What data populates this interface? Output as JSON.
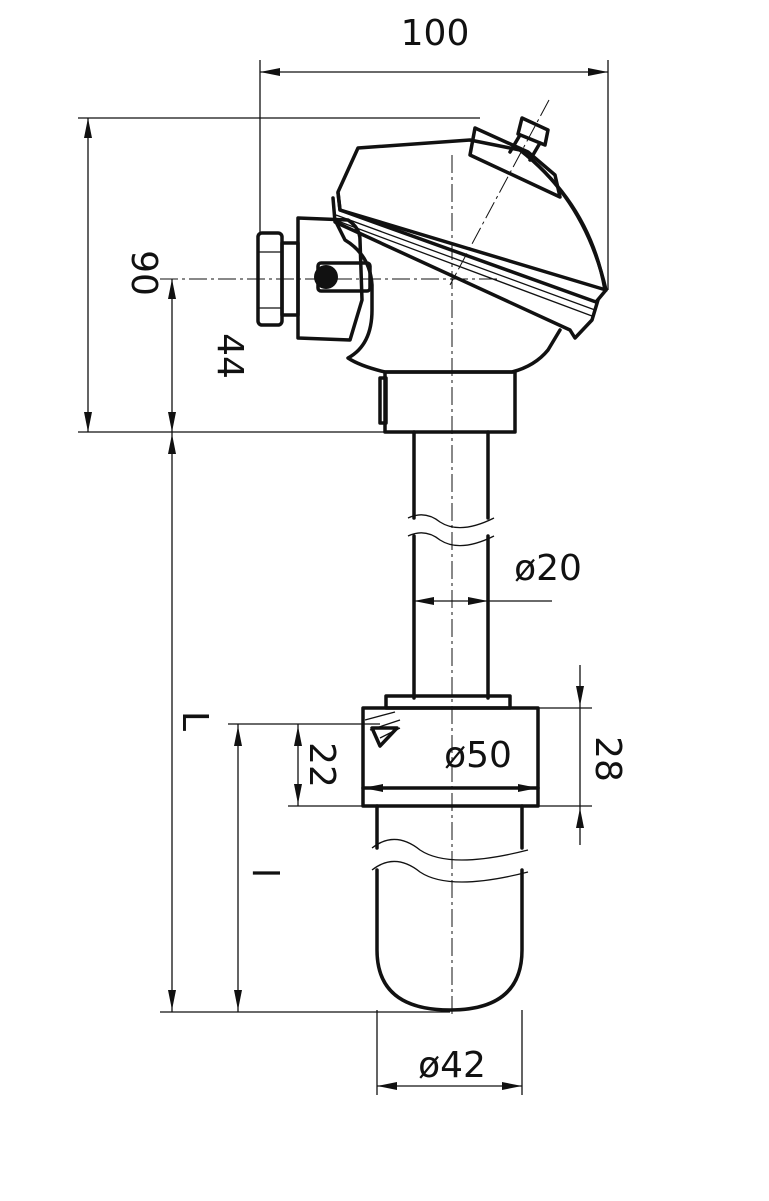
{
  "dimensions": {
    "head_width": "100",
    "head_height": "90",
    "cable_entry_height": "44",
    "total_length": "L",
    "insertion_length": "l",
    "tube_diameter": "ø20",
    "collar_diameter": "ø50",
    "collar_height": "28",
    "collar_offset": "22",
    "pocket_diameter": "ø42"
  },
  "colors": {
    "line": "#111111",
    "background": "#ffffff"
  }
}
